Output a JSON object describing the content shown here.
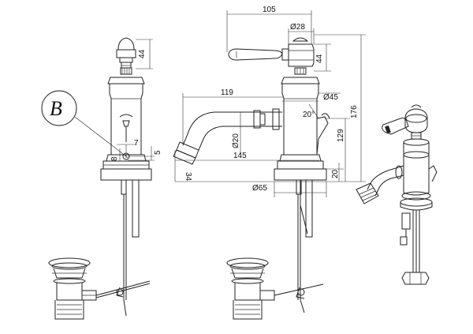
{
  "logo": {
    "letter": "B"
  },
  "dimensions": {
    "d105": "105",
    "d28": "Ø28",
    "d44_left": "44",
    "d44_mid": "44",
    "d119": "119",
    "d45": "Ø45",
    "d176": "176",
    "d20deg": "20°",
    "d129": "129",
    "d20dia": "Ø20",
    "d145": "145",
    "d7": "7",
    "d5": "5",
    "d8": "8",
    "d34": "34",
    "d20": "20",
    "d65": "Ø65"
  }
}
